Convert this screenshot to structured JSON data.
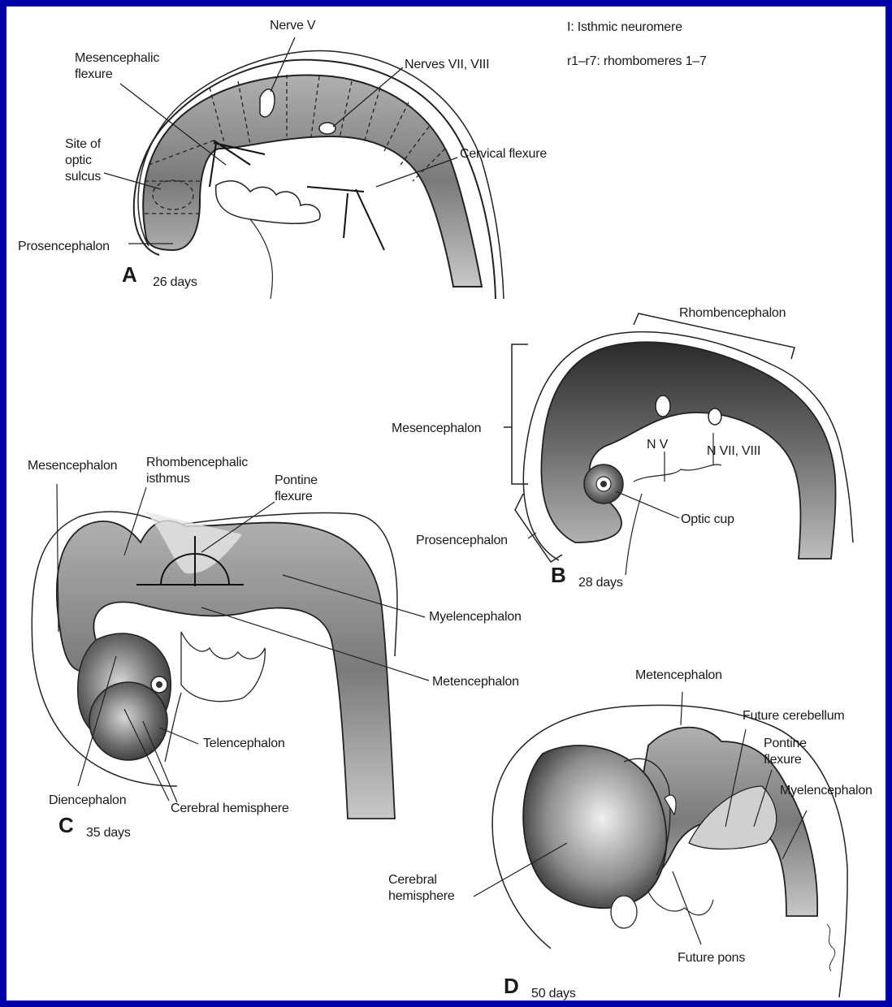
{
  "legend": {
    "isthmic": "I: Isthmic neuromere",
    "rhombomeres": "r1–r7: rhombomeres 1–7"
  },
  "panel_a": {
    "letter": "A",
    "age": "26 days",
    "labels": {
      "nerve_v": "Nerve V",
      "mes_flexure": "Mesencephalic\nflexure",
      "nerves_vii_viii": "Nerves VII, VIII",
      "optic_sulcus": "Site of\noptic\nsulcus",
      "cervical_flexure": "Cervical flexure",
      "prosencephalon": "Prosencephalon"
    }
  },
  "panel_b": {
    "letter": "B",
    "age": "28 days",
    "labels": {
      "rhombencephalon": "Rhombencephalon",
      "mesencephalon": "Mesencephalon",
      "n_v": "N V",
      "n_vii_viii": "N VII, VIII",
      "optic_cup": "Optic cup",
      "prosencephalon": "Prosencephalon"
    }
  },
  "panel_c": {
    "letter": "C",
    "age": "35 days",
    "labels": {
      "mesencephalon": "Mesencephalon",
      "isthmus": "Rhombencephalic\nisthmus",
      "pontine_flexure": "Pontine\nflexure",
      "myelencephalon": "Myelencephalon",
      "metencephalon": "Metencephalon",
      "telencephalon": "Telencephalon",
      "diencephalon": "Diencephalon",
      "cerebral_hemisphere": "Cerebral hemisphere"
    }
  },
  "panel_d": {
    "letter": "D",
    "age": "50 days",
    "labels": {
      "metencephalon": "Metencephalon",
      "future_cerebellum": "Future cerebellum",
      "pontine_flexure": "Pontine\nflexure",
      "myelencephalon": "Myelencephalon",
      "cerebral_hemisphere": "Cerebral\nhemisphere",
      "future_pons": "Future pons"
    }
  },
  "colors": {
    "frame": "#0000a8",
    "background": "#ffffff",
    "ink": "#1a1a1a",
    "tissue_dark": "#3a3a3a",
    "tissue_mid": "#8a8a8a",
    "tissue_light": "#d8d8d8"
  }
}
